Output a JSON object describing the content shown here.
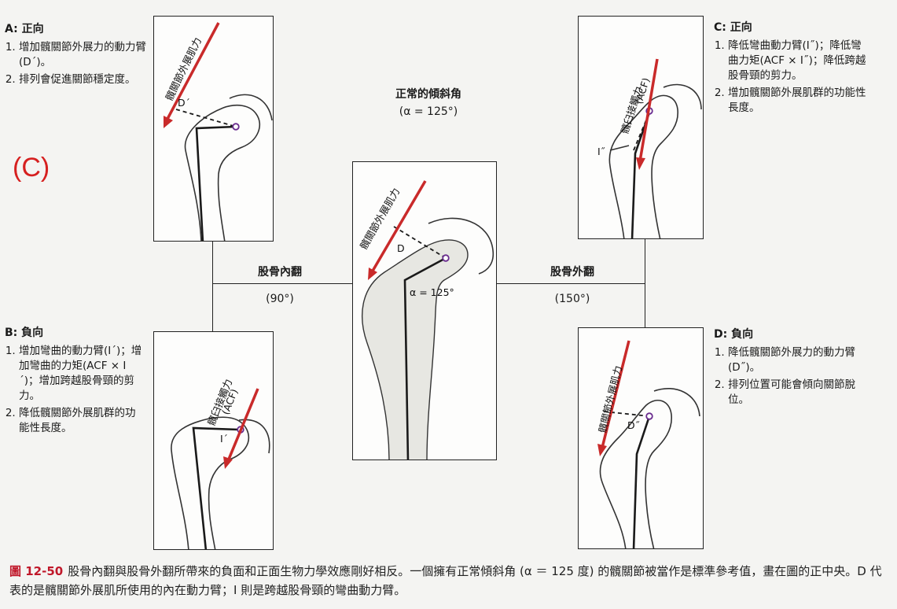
{
  "tag": "(C)",
  "center": {
    "title": "正常的傾斜角",
    "angle": "(α = 125°)",
    "inner_angle": "α = 125°",
    "d_label": "D"
  },
  "left_link": {
    "title": "股骨內翻",
    "value": "(90°)"
  },
  "right_link": {
    "title": "股骨外翻",
    "value": "(150°)"
  },
  "panel_a": {
    "head": "A: 正向",
    "items": [
      "增加髖關節外展力的動力臂(D´)。",
      "排列會促進關節穩定度。"
    ],
    "force_label": "髖關節外展肌力",
    "d_label": "D´"
  },
  "panel_b": {
    "head": "B: 負向",
    "items": [
      "增加彎曲的動力臂(I´)；增加彎曲的力矩(ACF × I´)；增加跨越股骨頸的剪力。",
      "降低髖關節外展肌群的功能性長度。"
    ],
    "force_label": "髖臼接觸力",
    "force_sub": "(ACF)",
    "i_label": "I´"
  },
  "panel_c": {
    "head": "C: 正向",
    "items": [
      "降低彎曲動力臂(I˝)；降低彎曲力矩(ACF × I˝)；降低跨越股骨頸的剪力。",
      "增加髖關節外展肌群的功能性長度。"
    ],
    "force_label": "髖臼接觸力",
    "force_sub": "(ACF)",
    "i_label": "I˝"
  },
  "panel_d": {
    "head": "D: 負向",
    "items": [
      "降低髖關節外展力的動力臂(D˝)。",
      "排列位置可能會傾向關節脫位。"
    ],
    "force_label": "髖關節外展肌力",
    "d_label": "D˝"
  },
  "caption": {
    "fig_id": "圖 12-50",
    "text": "股骨內翻與股骨外翻所帶來的負面和正面生物力學效應剛好相反。一個擁有正常傾斜角 (α ＝ 125 度) 的髖關節被當作是標準參考值，畫在圖的正中央。D 代表的是髖關節外展肌所使用的內在動力臂；I 則是跨越股骨頸的彎曲動力臂。"
  },
  "colors": {
    "force_arrow": "#c92a2a",
    "tag": "#d62020",
    "fig_id": "#c0182a"
  }
}
